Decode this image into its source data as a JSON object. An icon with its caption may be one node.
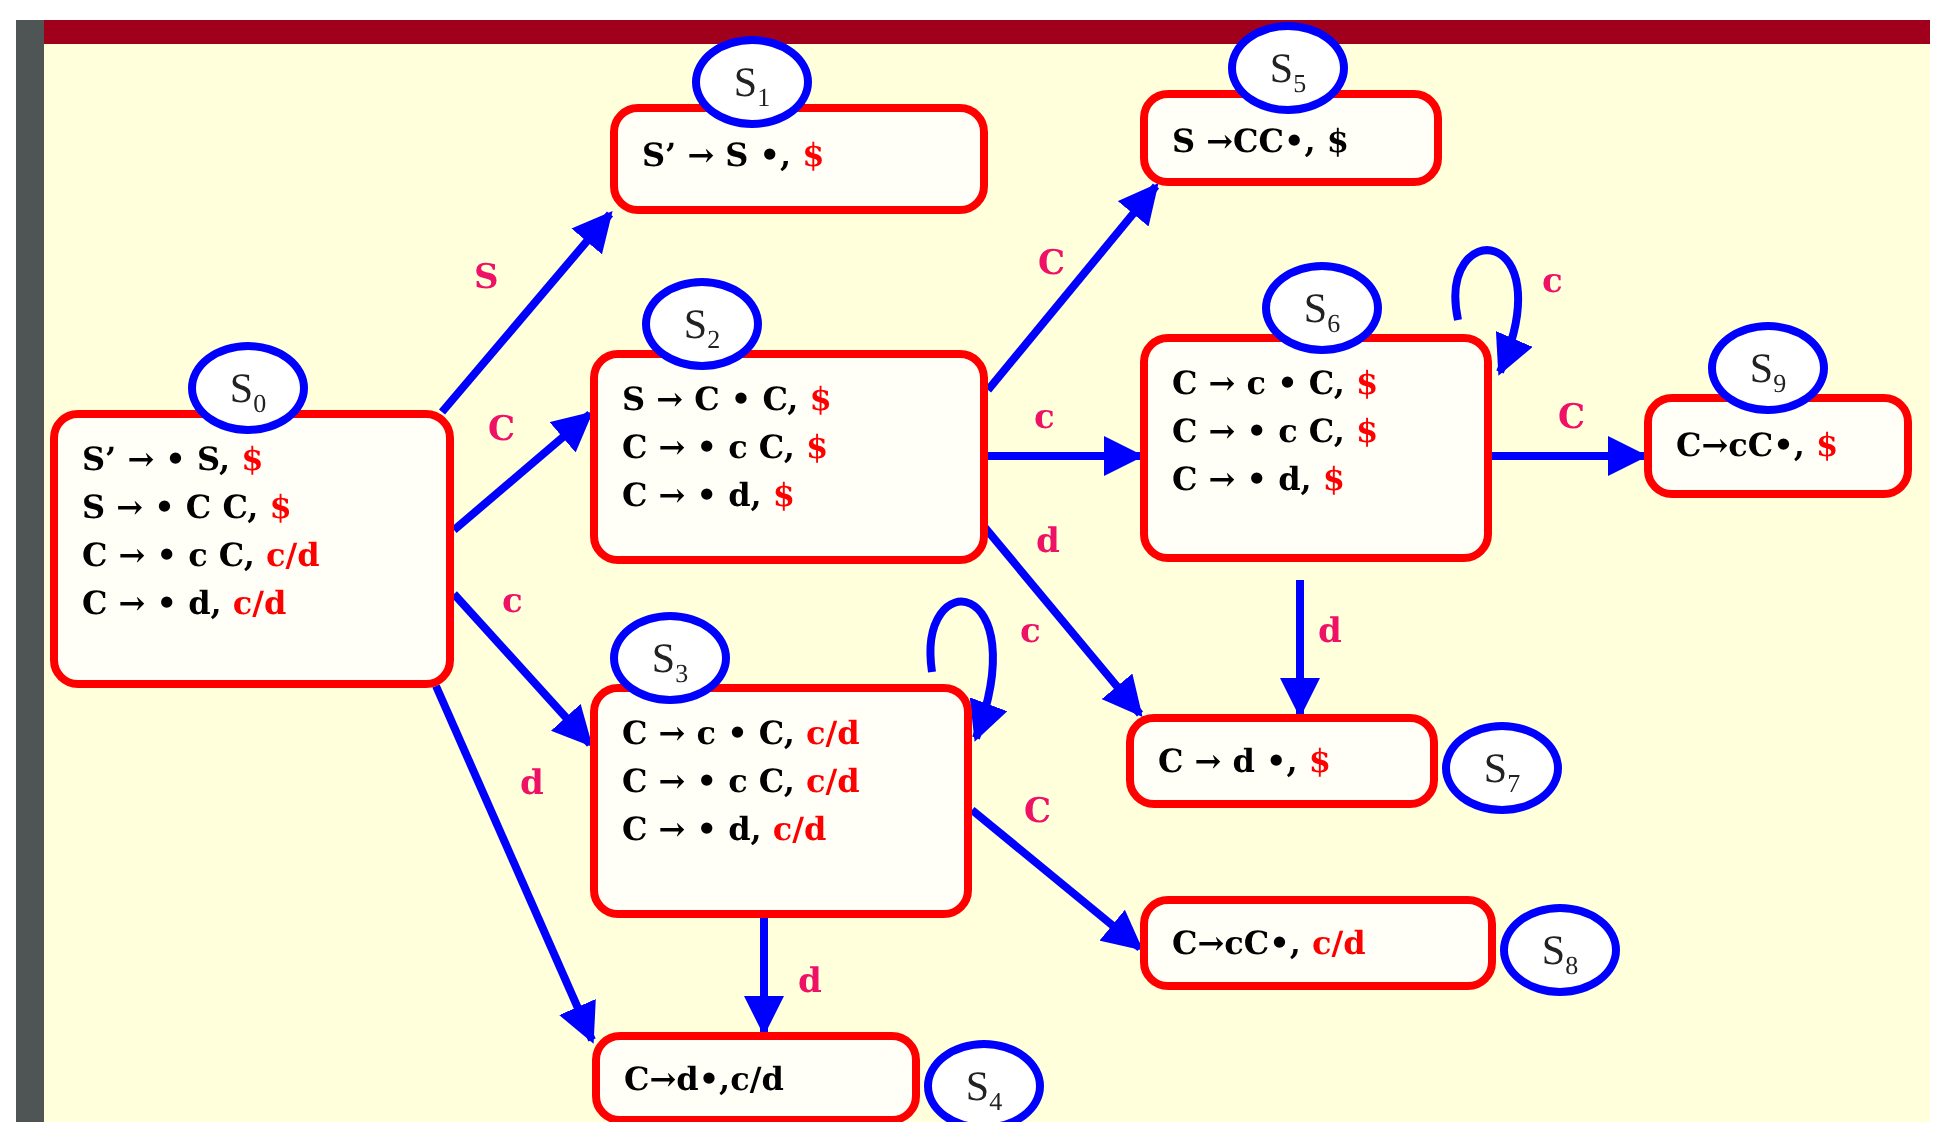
{
  "diagram": {
    "nodes": [
      {
        "text": [
          "S$_{0}$",
          "S’ → • S, $",
          "S → • C C, $",
          "C → • c C, c/d",
          "C → • d, c/d"
        ]
      },
      {
        "text": [
          "S$_{1}$",
          "S’ → S •, $"
        ]
      },
      {
        "text": [
          "S$_{2}$",
          "S → C • C, $",
          "C → • c C, $",
          "C → • d, $"
        ]
      },
      {
        "text": [
          "S$_{3}$",
          "C → c • C, c/d",
          "C → • c C, c/d",
          "C → • d, c/d"
        ]
      },
      {
        "text": [
          "C→d•,c/d",
          "S$_{4}$"
        ]
      },
      {
        "text": [
          "S$_{5}$",
          "S →CC•, $"
        ]
      },
      {
        "text": [
          "S$_{6}$",
          "C → c • C, $",
          "C → • c C, $",
          "C → • d, $"
        ]
      },
      {
        "text": [
          "C → d •, $",
          "S$_{7}$"
        ]
      },
      {
        "text": [
          "C→cC•, c/d",
          "S$_{8}$"
        ]
      },
      {
        "text": [
          "S$_{9}$",
          "C→cC•, $"
        ]
      }
    ],
    "edges": [
      {
        "from": 0,
        "to": 1,
        "arrow": "to",
        "label": "S"
      },
      {
        "from": 0,
        "to": 2,
        "arrow": "to",
        "label": "C"
      },
      {
        "from": 0,
        "to": 3,
        "arrow": "to",
        "label": "c"
      },
      {
        "from": 0,
        "to": 4,
        "arrow": "to",
        "label": "d"
      },
      {
        "from": 2,
        "to": 5,
        "arrow": "to",
        "label": "C"
      },
      {
        "from": 2,
        "to": 6,
        "arrow": "to",
        "label": "c"
      },
      {
        "from": 2,
        "to": 7,
        "arrow": "to",
        "label": "d"
      },
      {
        "from": 6,
        "to": 6,
        "arrow": "to",
        "label": "c"
      },
      {
        "from": 6,
        "to": 9,
        "arrow": "to",
        "label": "C"
      },
      {
        "from": 6,
        "to": 7,
        "arrow": "to",
        "label": "d"
      },
      {
        "from": 3,
        "to": 3,
        "arrow": "to",
        "label": "c"
      },
      {
        "from": 3,
        "to": 8,
        "arrow": "to",
        "label": "C"
      },
      {
        "from": 3,
        "to": 4,
        "arrow": "to",
        "label": "d"
      }
    ]
  }
}
